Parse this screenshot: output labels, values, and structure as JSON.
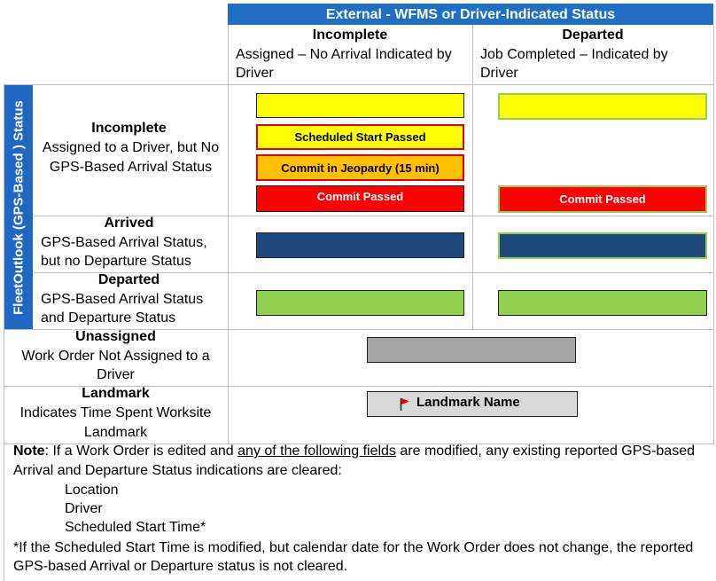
{
  "header": {
    "title": "External - WFMS or Driver-Indicated Status",
    "col_incomplete_title": "Incomplete",
    "col_incomplete_desc_1": "Assigned – No Arrival Indicated by",
    "col_incomplete_desc_2": "Driver",
    "col_departed_title": "Departed",
    "col_departed_desc_1": "Job Completed – Indicated by",
    "col_departed_desc_2": "Driver"
  },
  "side_label": "FleetOutlook (GPS-Based ) Status",
  "rows": {
    "incomplete": {
      "title": "Incomplete",
      "desc_1": "Assigned to a Driver, but No",
      "desc_2": "GPS-Based Arrival Status"
    },
    "arrived": {
      "title": "Arrived",
      "desc_1": "GPS-Based Arrival Status,",
      "desc_2": "but no Departure Status"
    },
    "departed": {
      "title": "Departed",
      "desc_1": "GPS-Based Arrival Status",
      "desc_2": "and Departure Status"
    },
    "unassigned": {
      "title": "Unassigned",
      "desc_1": "Work Order Not Assigned to a",
      "desc_2": "Driver"
    },
    "landmark": {
      "title": "Landmark",
      "desc_1": "Indicates Time Spent Worksite",
      "desc_2": "Landmark"
    }
  },
  "swatches": {
    "scheduled_start_passed": "Scheduled Start Passed",
    "commit_in_jeopardy": "Commit in Jeopardy (15 min)",
    "commit_passed_left": "Commit Passed",
    "commit_passed_right": "Commit Passed",
    "landmark_name": "Landmark Name"
  },
  "note": {
    "label": "Note",
    "line1_a": ": If a Work Order is edited and ",
    "line1_u": "any of the following fields",
    "line1_b": " are modified, any existing reported GPS-based",
    "line2": "Arrival and Departure Status indications are cleared:",
    "fields": [
      "Location",
      "Driver",
      "Scheduled Start Time*"
    ],
    "footnote_1": "*If the Scheduled Start Time is modified, but calendar date for the Work Order does not change, the reported",
    "footnote_2": "GPS-based Arrival or Departure status is not cleared."
  },
  "colors": {
    "header_blue": "#1f6fc5",
    "side_blue": "#2067c4",
    "yellow": "#ffff00",
    "orange": "#ffc000",
    "red": "#ff0000",
    "navy": "#1f497d",
    "green": "#92d050",
    "gray": "#a6a6a6",
    "light_gray": "#d9d9d9",
    "flag_red": "#e00000"
  }
}
